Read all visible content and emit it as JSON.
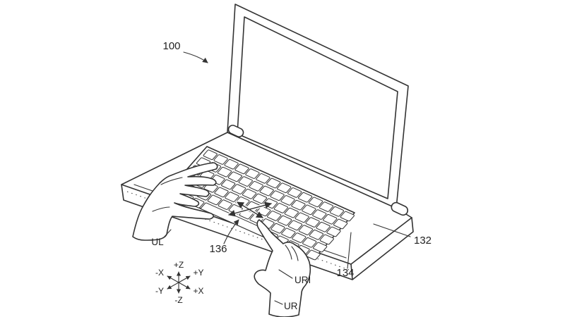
{
  "figure": {
    "type": "patent-line-drawing",
    "description": "Laptop computer with user's hands; left hand on keyboard, right index finger touching input surface",
    "colors": {
      "background": "#ffffff",
      "ink": "#333333"
    },
    "labels": {
      "device": "100",
      "base": "132",
      "keyboard": "134",
      "gesture": "136",
      "left_hand": "UL",
      "right_hand": "UR",
      "right_index": "URI"
    },
    "axis": {
      "up": "+Z",
      "down": "-Z",
      "upper_left": "-X",
      "upper_right": "+Y",
      "lower_left": "-Y",
      "lower_right": "+X"
    }
  }
}
